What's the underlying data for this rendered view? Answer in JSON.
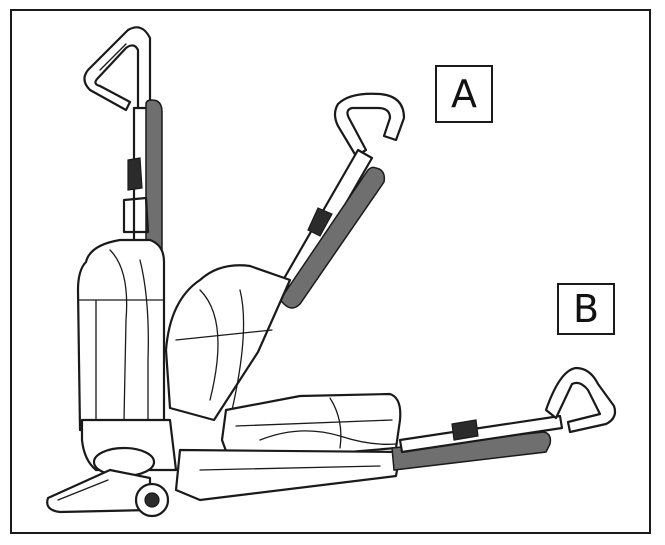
{
  "figure": {
    "callouts": [
      {
        "id": "A",
        "label": "A"
      },
      {
        "id": "B",
        "label": "B"
      }
    ],
    "icons": [
      "vacuum-upright-icon",
      "vacuum-reclined-icon",
      "vacuum-flat-icon"
    ],
    "colors": {
      "line": "#1a1a1a",
      "hose": "#6f6f6f",
      "background": "#ffffff"
    }
  }
}
